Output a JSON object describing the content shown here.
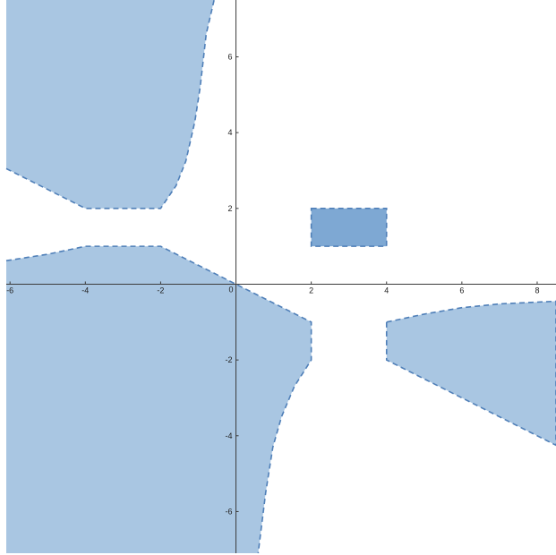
{
  "chart_data": {
    "type": "area",
    "title": "",
    "xlabel": "",
    "ylabel": "",
    "xlim": [
      -6.1,
      8.5
    ],
    "ylim": [
      -7.1,
      7.5
    ],
    "grid": false,
    "x_ticks": [
      -6,
      -4,
      -2,
      2,
      4,
      6,
      8
    ],
    "y_ticks": [
      -6,
      -4,
      -2,
      2,
      4,
      6
    ],
    "origin_label": "0",
    "colors": {
      "region_fill": "#a9c6e2",
      "box_fill": "#7ea8d3",
      "boundary": "#4f7fb8",
      "axis": "#3c3c3c"
    },
    "regions": [
      {
        "id": "upper-left",
        "boundary": [
          [
            -6.1,
            3.05
          ],
          [
            -4.0,
            2.0
          ],
          [
            -2.0,
            2.0
          ],
          [
            -1.59,
            2.6
          ],
          [
            -1.33,
            3.25
          ],
          [
            -1.09,
            4.3
          ],
          [
            -0.95,
            5.2
          ],
          [
            -0.79,
            6.6
          ],
          [
            -0.58,
            7.5
          ]
        ],
        "closes_via": "top-left"
      },
      {
        "id": "lower-left",
        "boundary": [
          [
            -6.1,
            0.62
          ],
          [
            -5.0,
            0.79
          ],
          [
            -4.0,
            1.0
          ],
          [
            -2.0,
            1.0
          ],
          [
            0.0,
            0.0
          ],
          [
            2.0,
            -1.0
          ],
          [
            2.0,
            -2.0
          ],
          [
            1.55,
            -2.7
          ],
          [
            1.21,
            -3.5
          ],
          [
            0.98,
            -4.3
          ],
          [
            0.79,
            -5.5
          ],
          [
            0.59,
            -7.1
          ]
        ],
        "closes_via": "bottom-left"
      },
      {
        "id": "right",
        "boundary": [
          [
            4.0,
            -1.0
          ],
          [
            5.0,
            -0.79
          ],
          [
            6.0,
            -0.62
          ],
          [
            7.0,
            -0.52
          ],
          [
            8.5,
            -0.45
          ],
          [
            8.5,
            -4.25
          ],
          [
            4.0,
            -2.0
          ]
        ],
        "closes_via": "self"
      }
    ],
    "box": {
      "x": [
        2,
        4
      ],
      "y": [
        1,
        2
      ]
    }
  }
}
